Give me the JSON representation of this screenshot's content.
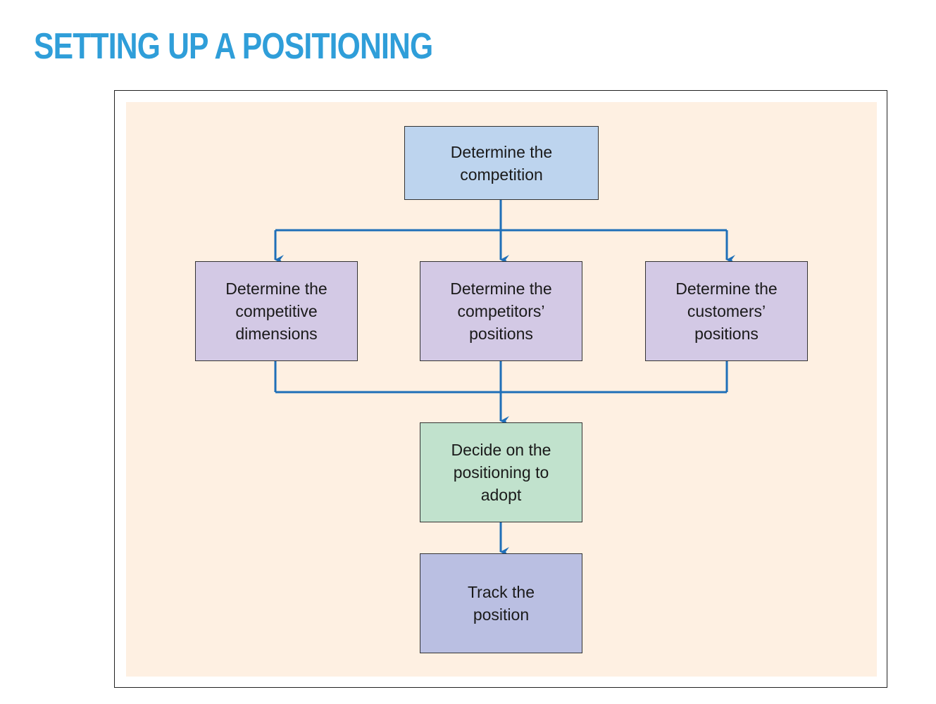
{
  "title": "SETTING UP A POSITIONING",
  "steps": {
    "competition": "Determine the\ncompetition",
    "dimensions": "Determine the\ncompetitive\ndimensions",
    "competitors": "Determine the\ncompetitors’\npositions",
    "customers": "Determine the\ncustomers’\npositions",
    "decide": "Decide on the\npositioning to\nadopt",
    "track": "Track the\nposition"
  },
  "colors": {
    "title": "#2f9ed9",
    "arrow": "#1f6fb8",
    "panel": "#fef0e2",
    "step_competition": "#bdd4ee",
    "step_analysis": "#d3c9e5",
    "step_decide": "#c1e2cd",
    "step_track": "#babfe2"
  }
}
